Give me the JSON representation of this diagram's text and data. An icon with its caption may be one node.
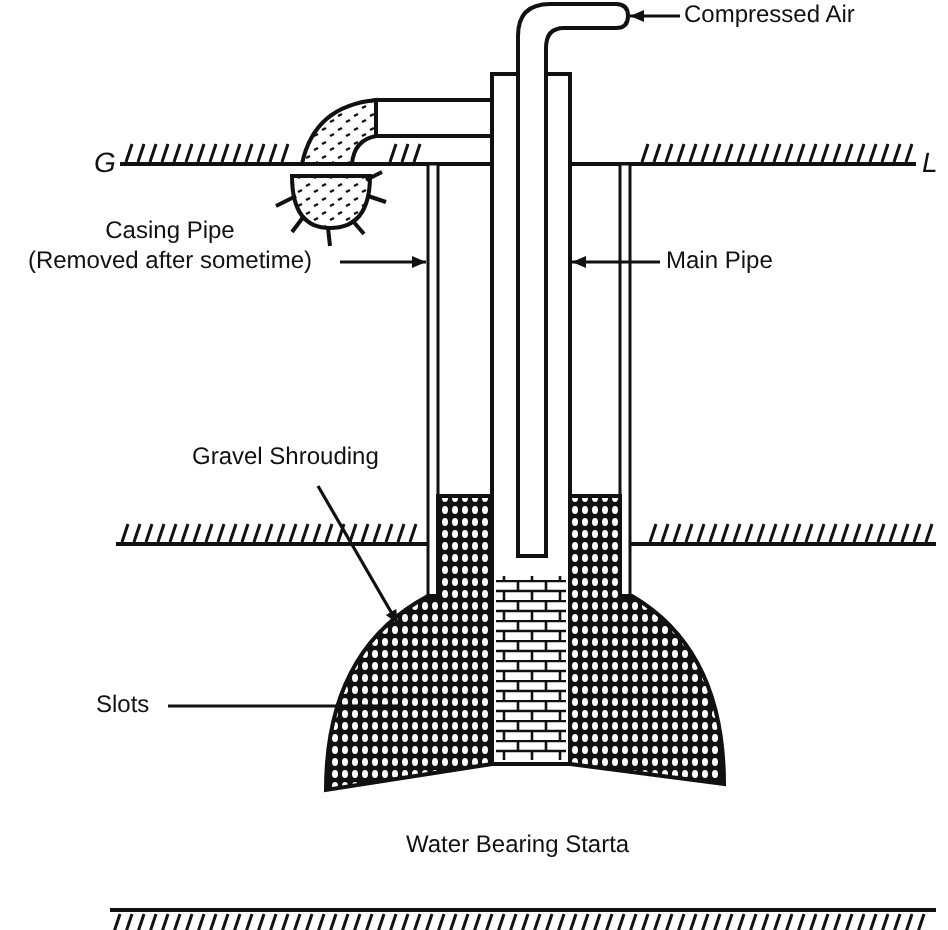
{
  "diagram": {
    "nodes": [
      {
        "text": [
          "Compressed Air"
        ]
      },
      {
        "text": [],
        "shape": "pipe"
      },
      {
        "text": [
          "Casing Pipe",
          "(Removed after sometime)"
        ]
      },
      {
        "text": [],
        "shape": "pipe"
      },
      {
        "text": [
          "Main Pipe"
        ]
      },
      {
        "text": [],
        "shape": "pipe"
      },
      {
        "text": [
          "Gravel Shrouding"
        ]
      },
      {
        "text": [],
        "shape": "gravel"
      },
      {
        "text": [
          "Slots"
        ]
      }
    ],
    "edges": [
      {
        "from": 0,
        "to": 1,
        "arrow": "to"
      },
      {
        "from": 2,
        "to": 3,
        "arrow": "to"
      },
      {
        "from": 4,
        "to": 5,
        "arrow": "to"
      },
      {
        "from": 6,
        "to": 7,
        "arrow": "to"
      },
      {
        "from": 8,
        "to": 7,
        "arrow": "none"
      }
    ],
    "labels": [
      "G",
      "L",
      "Water Bearing Starta"
    ]
  }
}
